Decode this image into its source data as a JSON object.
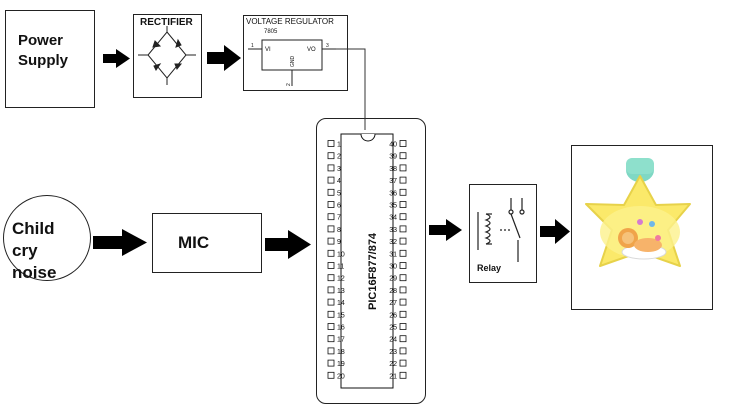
{
  "blocks": {
    "power_supply": "Power Supply",
    "rectifier": "RECTIFIER",
    "voltage_regulator": "VOLTAGE REGULATOR",
    "regulator_part": "7805",
    "reg_vi": "VI",
    "reg_vo": "VO",
    "reg_gnd": "GND",
    "reg_pin1": "1",
    "reg_pin2": "2",
    "reg_pin3": "3",
    "child_cry": "Child cry noise",
    "mic": "MIC",
    "mcu": "PIC16F877/874",
    "relay": "Relay"
  },
  "mcu_pins_left": [
    "1",
    "2",
    "3",
    "4",
    "5",
    "6",
    "7",
    "8",
    "9",
    "10",
    "11",
    "12",
    "13",
    "14",
    "15",
    "16",
    "17",
    "18",
    "19",
    "20"
  ],
  "mcu_pins_right": [
    "40",
    "39",
    "38",
    "37",
    "36",
    "35",
    "34",
    "33",
    "32",
    "31",
    "30",
    "29",
    "28",
    "27",
    "26",
    "25",
    "24",
    "23",
    "22",
    "21"
  ]
}
